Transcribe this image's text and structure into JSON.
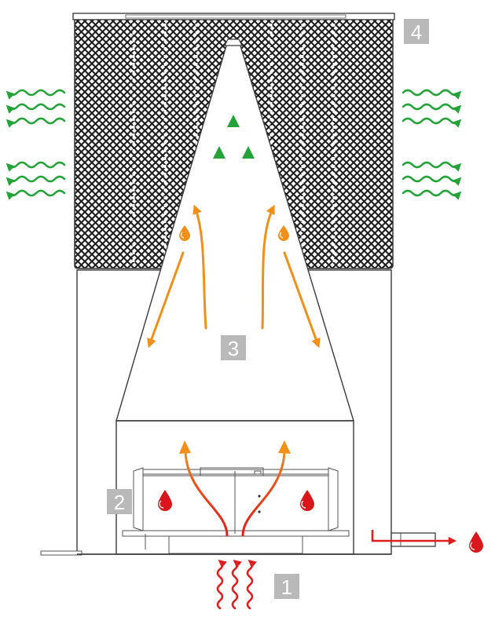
{
  "labels": {
    "step1": "1",
    "step2": "2",
    "step3": "3",
    "step4": "4"
  },
  "colors": {
    "mesh": "#222222",
    "badge": "#b9b9b9",
    "orange_flow": "#f0901a",
    "green_flow": "#25a23a",
    "red_flow": "#e11d1d",
    "drop_red": "#d8161b",
    "drop_orange": "#f0901a"
  },
  "icons": [
    "wavy-arrow-icon",
    "drop-icon",
    "flow-arrow-icon"
  ]
}
